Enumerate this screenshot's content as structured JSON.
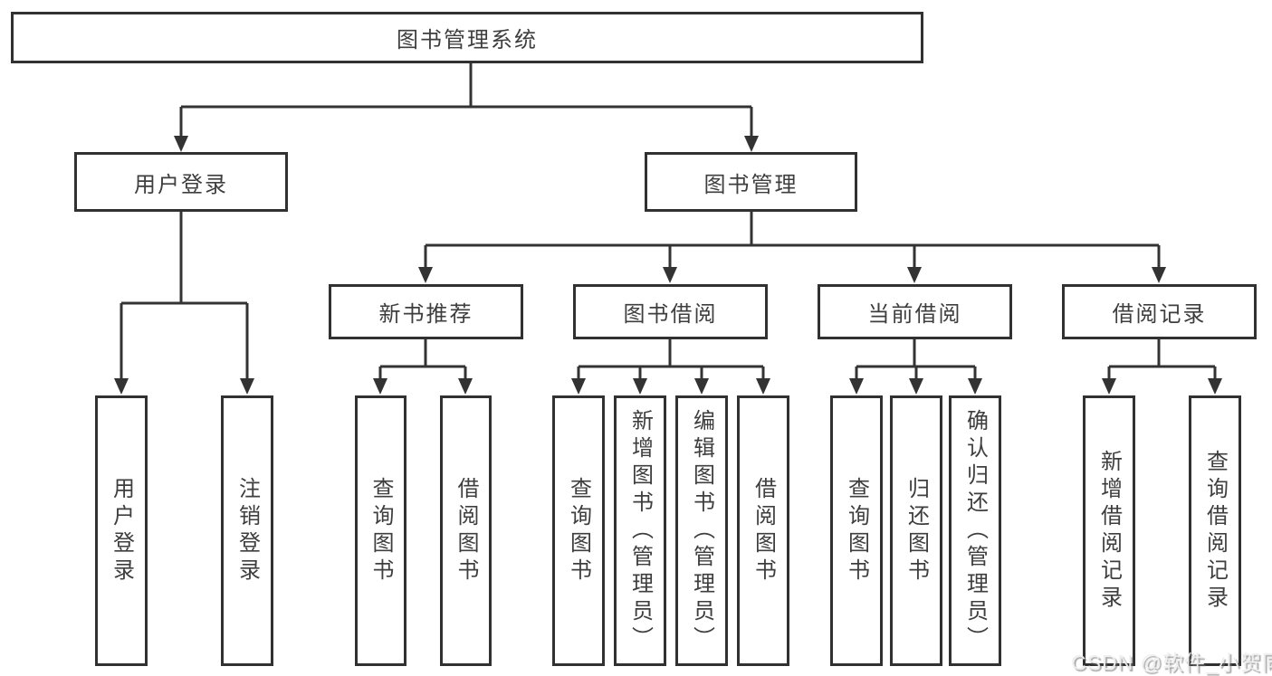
{
  "tree": {
    "root": {
      "label": "图书管理系统",
      "children": [
        {
          "label": "用户登录",
          "children": [
            {
              "label": "用户登录"
            },
            {
              "label": "注销登录"
            }
          ]
        },
        {
          "label": "图书管理",
          "children": [
            {
              "label": "新书推荐",
              "children": [
                {
                  "label": "查询图书"
                },
                {
                  "label": "借阅图书"
                }
              ]
            },
            {
              "label": "图书借阅",
              "children": [
                {
                  "label": "查询图书"
                },
                {
                  "label": "新增图书（管理员）"
                },
                {
                  "label": "编辑图书（管理员）"
                },
                {
                  "label": "借阅图书"
                }
              ]
            },
            {
              "label": "当前借阅",
              "children": [
                {
                  "label": "查询图书"
                },
                {
                  "label": "归还图书"
                },
                {
                  "label": "确认归还（管理员）"
                }
              ]
            },
            {
              "label": "借阅记录",
              "children": [
                {
                  "label": "新增借阅记录"
                },
                {
                  "label": "查询借阅记录"
                }
              ]
            }
          ]
        }
      ]
    }
  },
  "watermark": {
    "text": "CSDN @软件_小贺同学"
  },
  "colors": {
    "line": "#333333",
    "border": "#313131",
    "text": "#3e3e3e",
    "background": "#ffffff",
    "watermark": "#eeeeee"
  }
}
